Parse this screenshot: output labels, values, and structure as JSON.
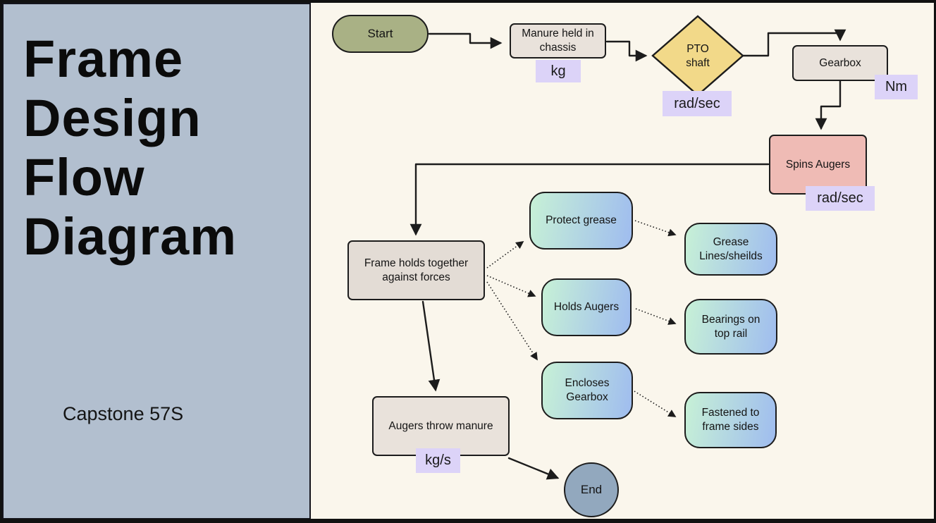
{
  "sidebar": {
    "title_lines": [
      "Frame",
      "Design",
      "Flow",
      "Diagram"
    ],
    "subtitle": "Capstone 57S"
  },
  "flowchart": {
    "nodes": {
      "start": {
        "label": "Start"
      },
      "manure_held": {
        "lines": [
          "Manure held in",
          "chassis"
        ],
        "unit": "kg"
      },
      "pto_shaft": {
        "lines": [
          "PTO",
          "shaft"
        ],
        "unit": "rad/sec"
      },
      "gearbox": {
        "label": "Gearbox",
        "unit": "Nm"
      },
      "spins_augers": {
        "label": "Spins Augers",
        "unit": "rad/sec"
      },
      "frame_holds": {
        "lines": [
          "Frame holds together",
          "against forces"
        ]
      },
      "protect_grease": {
        "label": "Protect grease"
      },
      "grease_lines": {
        "lines": [
          "Grease",
          "Lines/sheilds"
        ]
      },
      "holds_augers": {
        "label": "Holds Augers"
      },
      "bearings_top_rail": {
        "lines": [
          "Bearings on",
          "top rail"
        ]
      },
      "encloses_gearbox": {
        "lines": [
          "Encloses",
          "Gearbox"
        ]
      },
      "fastened_frame_sides": {
        "lines": [
          "Fastened to",
          "frame sides"
        ]
      },
      "augers_throw": {
        "label": "Augers throw manure",
        "unit": "kg/s"
      },
      "end": {
        "label": "End"
      }
    },
    "colors": {
      "sidebar_bg": "#b2bfcf",
      "canvas_bg": "#faf6ec",
      "start_fill": "#a9b185",
      "process_fill": "#e9e2db",
      "decision_fill": "#f2d989",
      "spins_fill": "#efbbb5",
      "gradient_start": "#c7f1d6",
      "gradient_end": "#9fbcef",
      "unit_bg": "#dcd3f8",
      "end_fill": "#92a8be",
      "stroke": "#1c1c1c"
    }
  }
}
